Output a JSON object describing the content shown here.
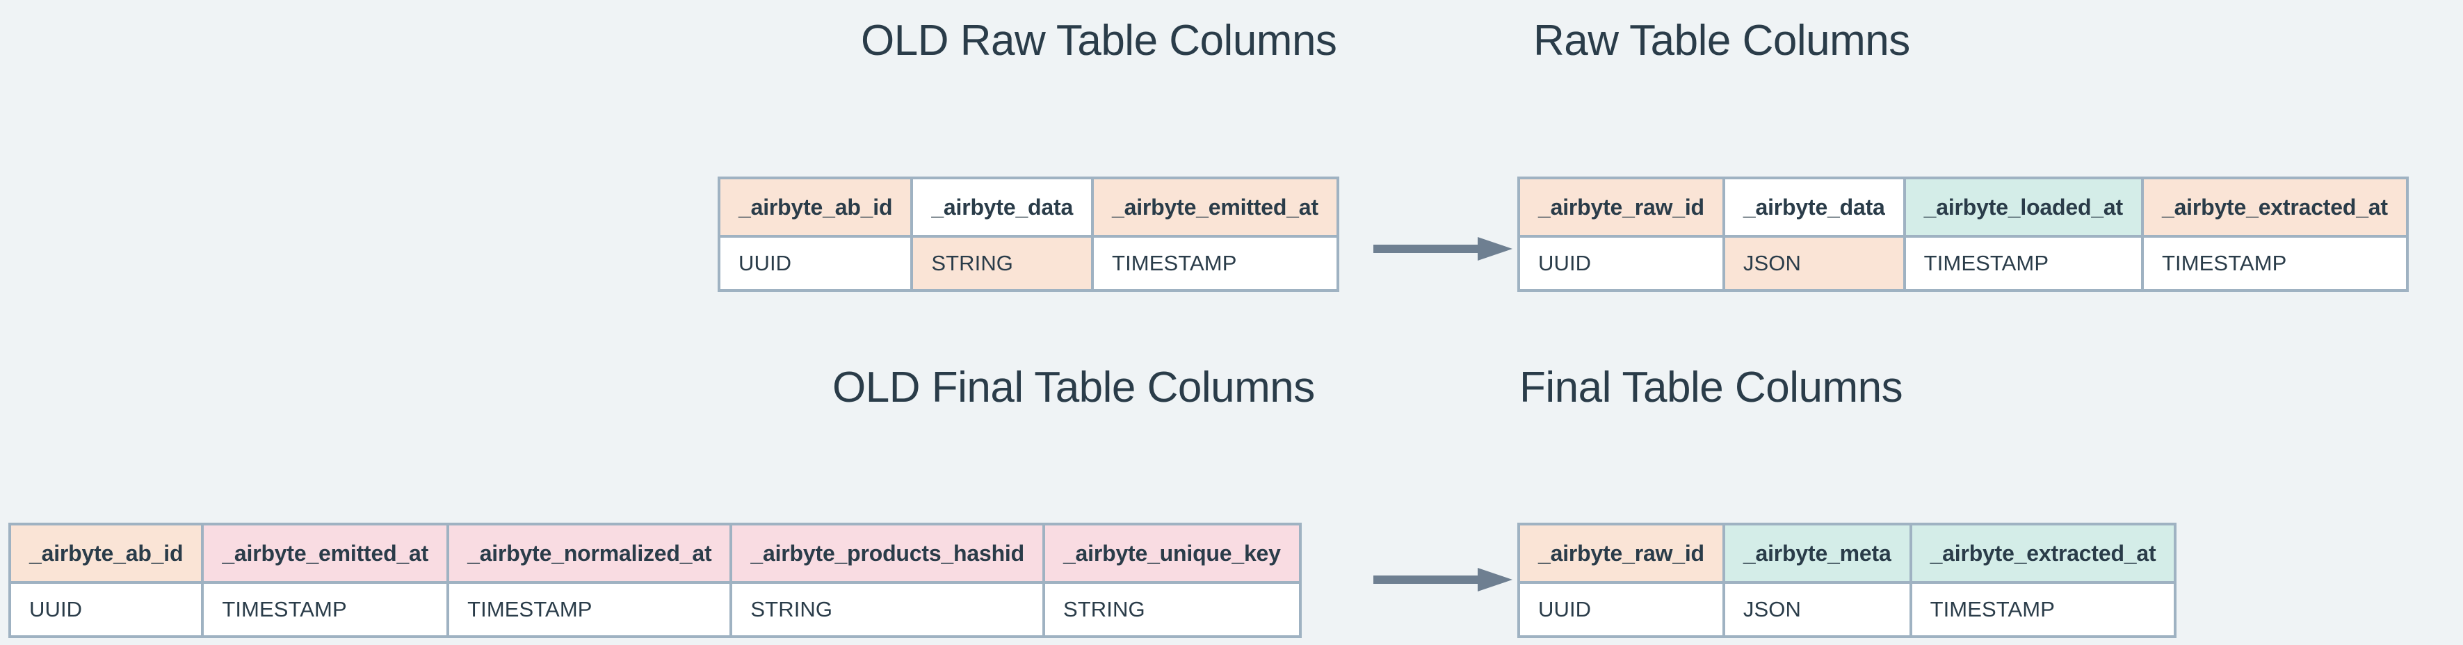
{
  "diagram": {
    "background_color": "#EFF3F5",
    "text_color": "#2A3C49",
    "border_color": "#9FB2C2",
    "arrow_color": "#6E7F91",
    "legend_colors": {
      "peach": "#FAE4D6",
      "teal": "#D4EDE8",
      "pink": "#F9DCE2",
      "white": "#FFFFFF"
    }
  },
  "titles": {
    "old_raw": "OLD Raw Table Columns",
    "new_raw": "Raw Table Columns",
    "old_final": "OLD Final Table Columns",
    "new_final": "Final Table Columns"
  },
  "arrows": {
    "raw": "arrow-right",
    "final": "arrow-right"
  },
  "tables": {
    "old_raw": {
      "columns": [
        {
          "name": "_airbyte_ab_id",
          "type": "UUID",
          "header_color": "peach",
          "cell_color": "white"
        },
        {
          "name": "_airbyte_data",
          "type": "STRING",
          "header_color": "white",
          "cell_color": "peach"
        },
        {
          "name": "_airbyte_emitted_at",
          "type": "TIMESTAMP",
          "header_color": "peach",
          "cell_color": "white"
        }
      ]
    },
    "new_raw": {
      "columns": [
        {
          "name": "_airbyte_raw_id",
          "type": "UUID",
          "header_color": "peach",
          "cell_color": "white"
        },
        {
          "name": "_airbyte_data",
          "type": "JSON",
          "header_color": "white",
          "cell_color": "peach"
        },
        {
          "name": "_airbyte_loaded_at",
          "type": "TIMESTAMP",
          "header_color": "teal",
          "cell_color": "white"
        },
        {
          "name": "_airbyte_extracted_at",
          "type": "TIMESTAMP",
          "header_color": "peach",
          "cell_color": "white"
        }
      ]
    },
    "old_final": {
      "columns": [
        {
          "name": "_airbyte_ab_id",
          "type": "UUID",
          "header_color": "peach",
          "cell_color": "white"
        },
        {
          "name": "_airbyte_emitted_at",
          "type": "TIMESTAMP",
          "header_color": "pink",
          "cell_color": "white"
        },
        {
          "name": "_airbyte_normalized_at",
          "type": "TIMESTAMP",
          "header_color": "pink",
          "cell_color": "white"
        },
        {
          "name": "_airbyte_products_hashid",
          "type": "STRING",
          "header_color": "pink",
          "cell_color": "white"
        },
        {
          "name": "_airbyte_unique_key",
          "type": "STRING",
          "header_color": "pink",
          "cell_color": "white"
        }
      ]
    },
    "new_final": {
      "columns": [
        {
          "name": "_airbyte_raw_id",
          "type": "UUID",
          "header_color": "peach",
          "cell_color": "white"
        },
        {
          "name": "_airbyte_meta",
          "type": "JSON",
          "header_color": "teal",
          "cell_color": "white"
        },
        {
          "name": "_airbyte_extracted_at",
          "type": "TIMESTAMP",
          "header_color": "teal",
          "cell_color": "white"
        }
      ]
    }
  }
}
